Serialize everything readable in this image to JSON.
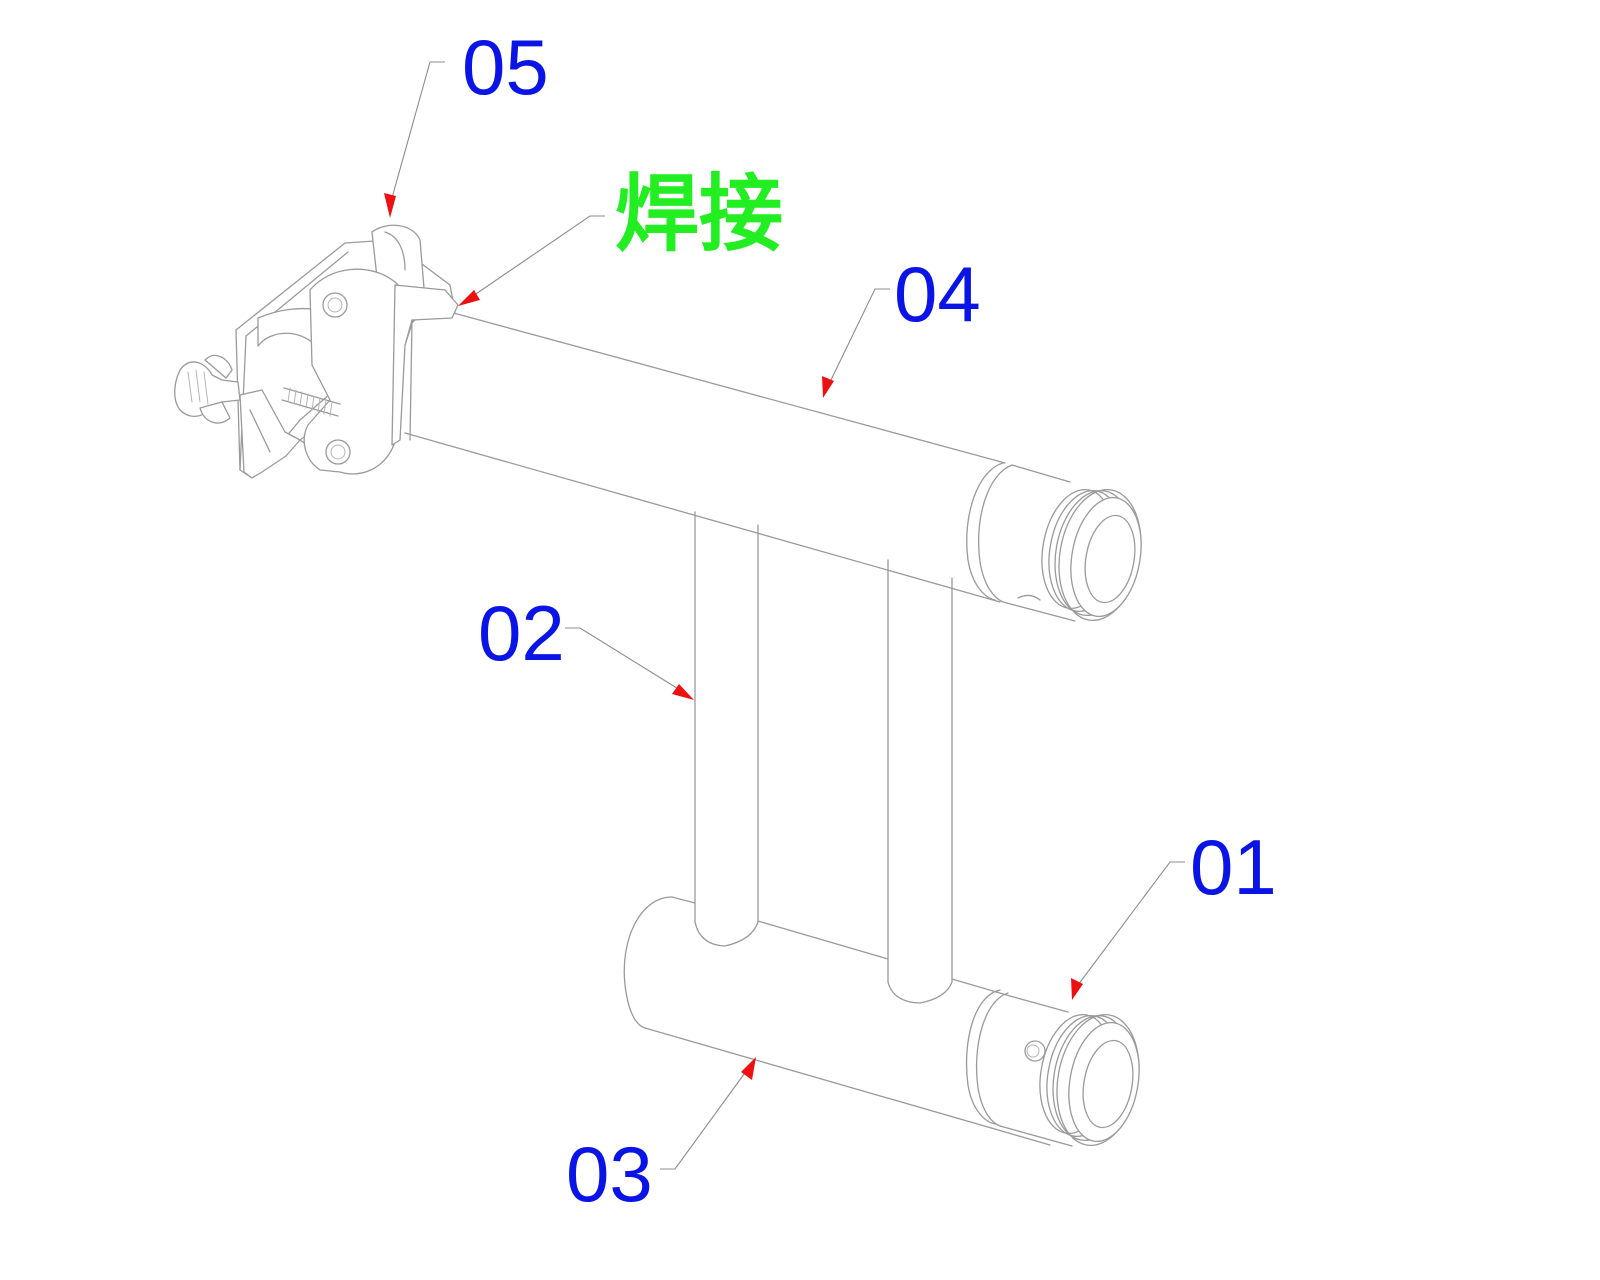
{
  "diagram": {
    "part_labels": {
      "p01": "01",
      "p02": "02",
      "p03": "03",
      "p04": "04",
      "p05": "05"
    },
    "weld_label": "焊接",
    "colors": {
      "label": "#0a14e6",
      "weld": "#22ee22",
      "arrow": "#ee1111",
      "line": "#9a9a9a",
      "background": "#ffffff"
    }
  }
}
